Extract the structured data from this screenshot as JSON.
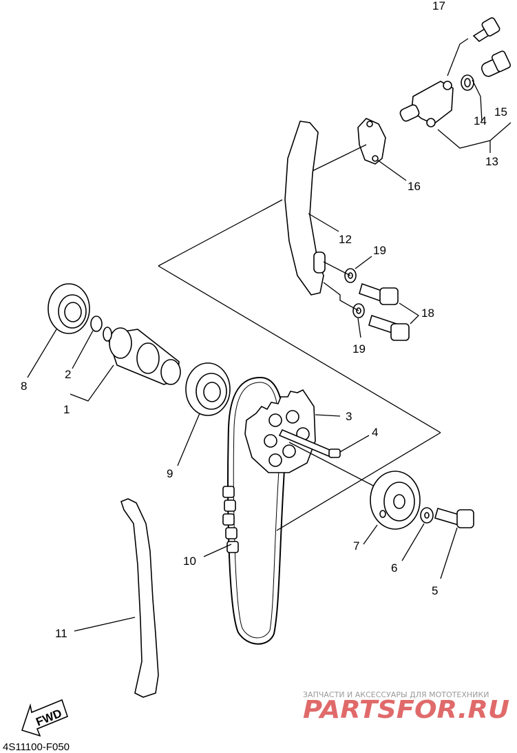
{
  "diagram": {
    "callouts": [
      "17",
      "14",
      "15",
      "13",
      "16",
      "12",
      "19",
      "18",
      "19",
      "8",
      "2",
      "1",
      "9",
      "3",
      "4",
      "7",
      "6",
      "5",
      "10",
      "11"
    ],
    "arrow_label": "FWD",
    "figure_code": "4S11100-F050"
  },
  "watermark": {
    "tagline": "ЗАПЧАСТИ И АКСЕССУАРЫ ДЛЯ МОТОТЕХНИКИ",
    "brand": "PARTSFOR.RU",
    "brand_color": "#e06a6a"
  }
}
